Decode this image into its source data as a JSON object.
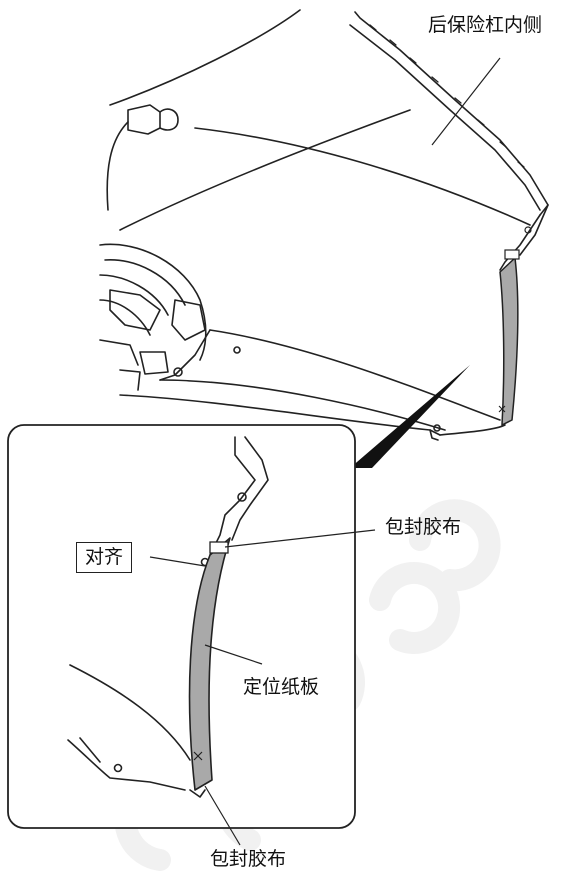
{
  "labels": {
    "rear_bumper_inner": "后保险杠内侧",
    "sealing_tape_top": "包封胶布",
    "align": "对齐",
    "positioning_board": "定位纸板",
    "sealing_tape_bottom": "包封胶布"
  },
  "colors": {
    "line": "#222222",
    "strip_fill": "#a9a9a9",
    "watermark": "#f0f0f0"
  }
}
